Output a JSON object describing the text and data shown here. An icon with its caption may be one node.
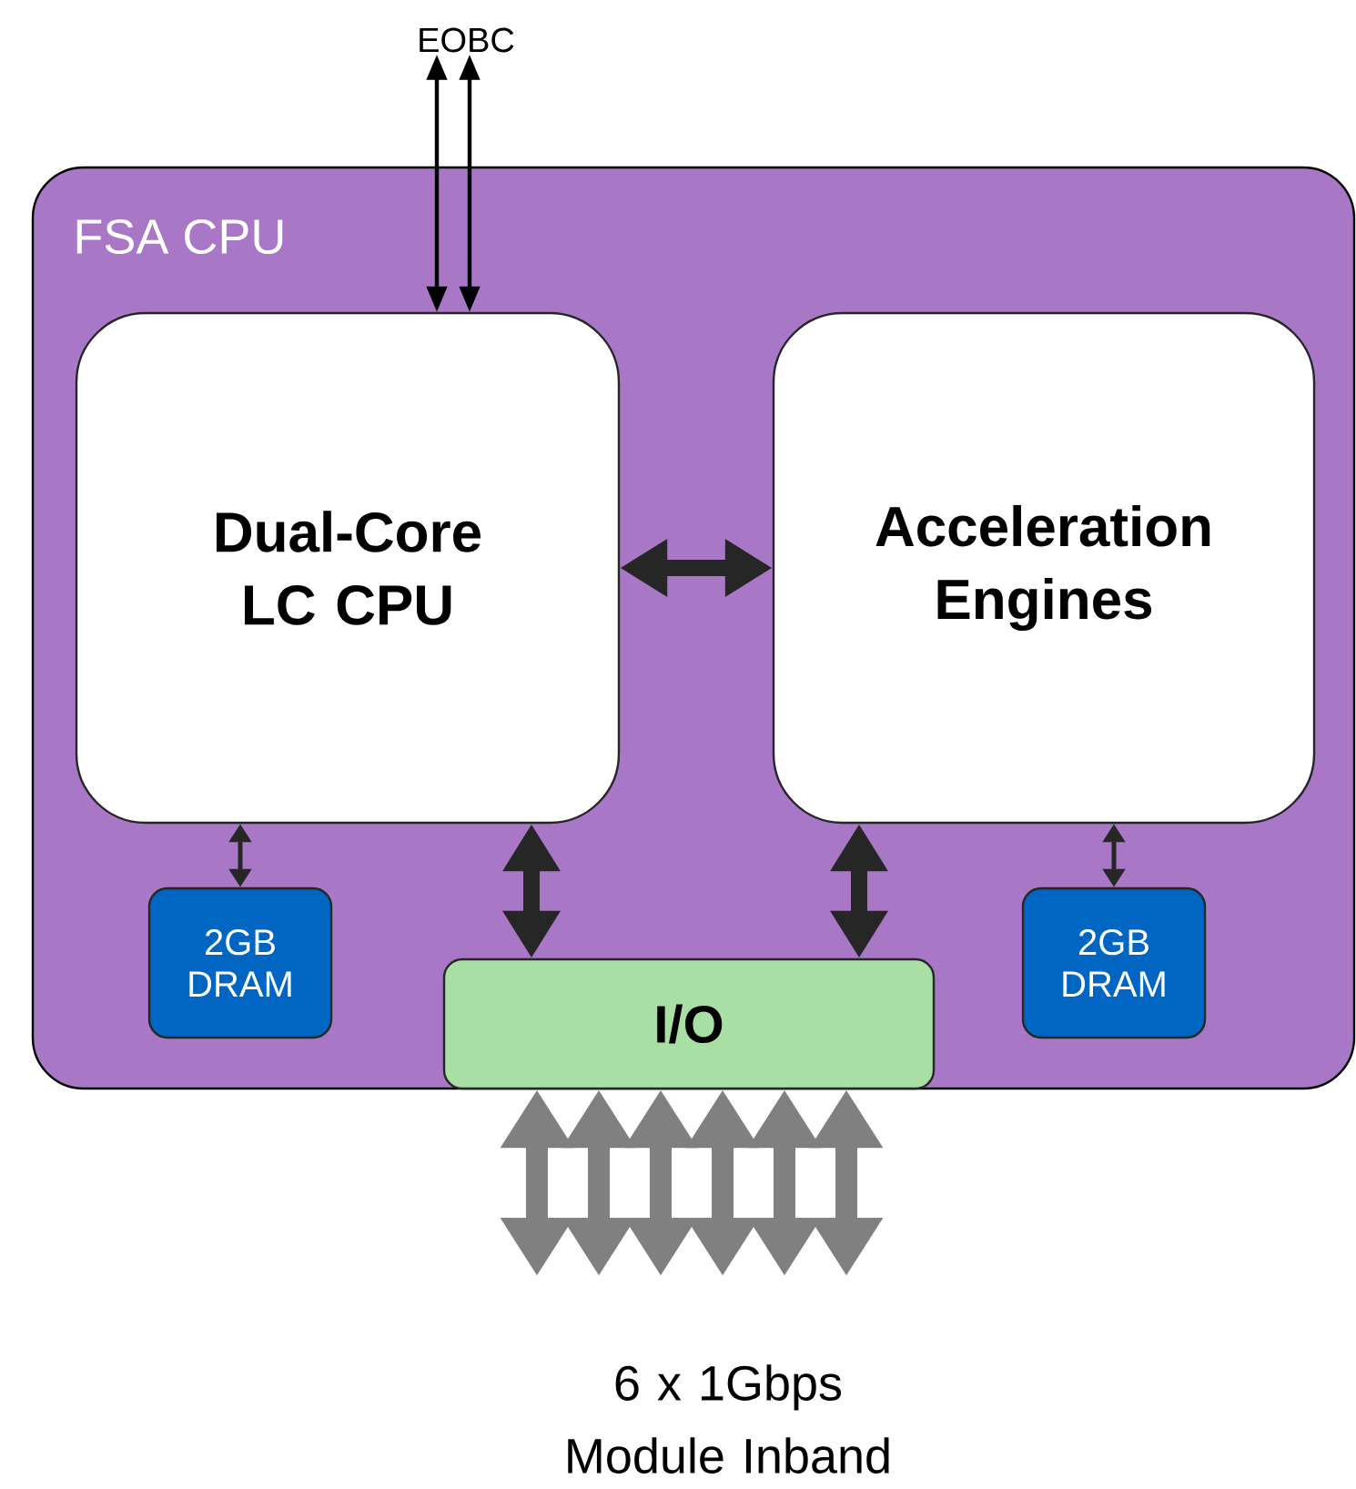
{
  "diagram": {
    "nodes": [
      {
        "text": [
          "EOBC"
        ]
      },
      {
        "text": [
          "FSA CPU"
        ]
      },
      {
        "text": [
          "Dual-Core LC CPU"
        ],
        "in": 1
      },
      {
        "text": [
          "Acceleration Engines"
        ],
        "in": 1
      },
      {
        "text": [
          "2GB DRAM"
        ],
        "in": 1
      },
      {
        "text": [
          "I/O"
        ],
        "in": 1
      },
      {
        "text": [
          "2GB DRAM"
        ],
        "in": 1
      },
      {
        "text": [
          "6 x 1Gbps Module Inband"
        ]
      }
    ],
    "edges": [
      {
        "from": 0,
        "to": 2,
        "arrow": "both",
        "color": "#000000"
      },
      {
        "from": 0,
        "to": 2,
        "arrow": "both",
        "color": "#000000"
      },
      {
        "from": 2,
        "to": 3,
        "arrow": "both",
        "color": "#262626"
      },
      {
        "from": 2,
        "to": 4,
        "arrow": "both",
        "color": "#262626"
      },
      {
        "from": 2,
        "to": 5,
        "arrow": "both",
        "color": "#262626"
      },
      {
        "from": 3,
        "to": 5,
        "arrow": "both",
        "color": "#262626"
      },
      {
        "from": 3,
        "to": 6,
        "arrow": "both",
        "color": "#262626"
      },
      {
        "from": 5,
        "to": 7,
        "arrow": "both",
        "color": "#808080"
      },
      {
        "from": 5,
        "to": 7,
        "arrow": "both",
        "color": "#808080"
      },
      {
        "from": 5,
        "to": 7,
        "arrow": "both",
        "color": "#808080"
      },
      {
        "from": 5,
        "to": 7,
        "arrow": "both",
        "color": "#808080"
      },
      {
        "from": 5,
        "to": 7,
        "arrow": "both",
        "color": "#808080"
      },
      {
        "from": 5,
        "to": 7,
        "arrow": "both",
        "color": "#808080"
      }
    ]
  }
}
